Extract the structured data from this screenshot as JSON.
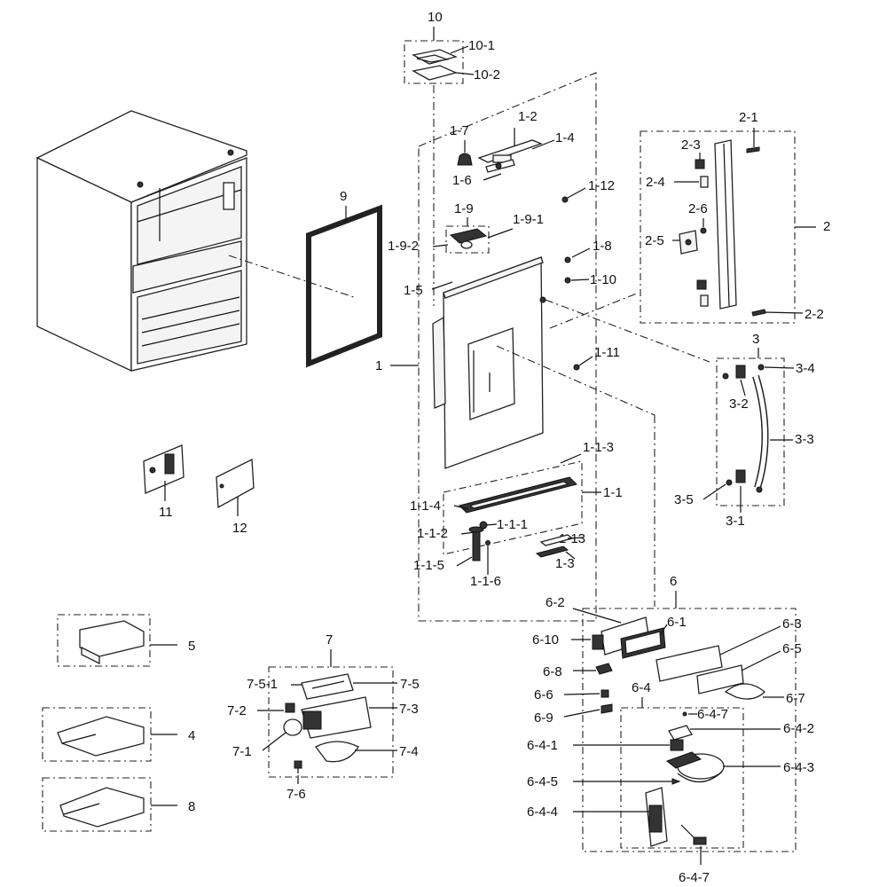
{
  "labels": {
    "l10": "10",
    "l10_1": "10-1",
    "l10_2": "10-2",
    "l1_2": "1-2",
    "l1_7": "1-7",
    "l1_4": "1-4",
    "l1_6": "1-6",
    "l1_12": "1-12",
    "l1_9": "1-9",
    "l1_9_1": "1-9-1",
    "l1_9_2": "1-9-2",
    "l1_8": "1-8",
    "l1_5": "1-5",
    "l1_10": "1-10",
    "l1": "1",
    "l1_11": "1-11",
    "l1_1_3": "1-1-3",
    "l1_1": "1-1",
    "l1_1_4": "1-1-4",
    "l1_1_1": "1-1-1",
    "l1_1_2": "1-1-2",
    "l1_13": "1-13",
    "l1_1_5": "1-1-5",
    "l1_3": "1-3",
    "l1_1_6": "1-1-6",
    "l2_1": "2-1",
    "l2_3": "2-3",
    "l2_4": "2-4",
    "l2_6": "2-6",
    "l2": "2",
    "l2_5": "2-5",
    "l2_2": "2-2",
    "l3": "3",
    "l3_4": "3-4",
    "l3_2": "3-2",
    "l3_3": "3-3",
    "l3_5": "3-5",
    "l3_1": "3-1",
    "l9": "9",
    "l11": "11",
    "l12": "12",
    "l5": "5",
    "l4": "4",
    "l8": "8",
    "l7": "7",
    "l7_5_1": "7-5-1",
    "l7_5": "7-5",
    "l7_2": "7-2",
    "l7_3": "7-3",
    "l7_1": "7-1",
    "l7_4": "7-4",
    "l7_6": "7-6",
    "l6": "6",
    "l6_2": "6-2",
    "l6_1": "6-1",
    "l6_3": "6-3",
    "l6_10": "6-10",
    "l6_5": "6-5",
    "l6_8": "6-8",
    "l6_6": "6-6",
    "l6_7": "6-7",
    "l6_4": "6-4",
    "l6_9": "6-9",
    "l6_4_7a": "6-4-7",
    "l6_4_2": "6-4-2",
    "l6_4_1": "6-4-1",
    "l6_4_3": "6-4-3",
    "l6_4_5": "6-4-5",
    "l6_4_4": "6-4-4",
    "l6_4_7b": "6-4-7"
  }
}
